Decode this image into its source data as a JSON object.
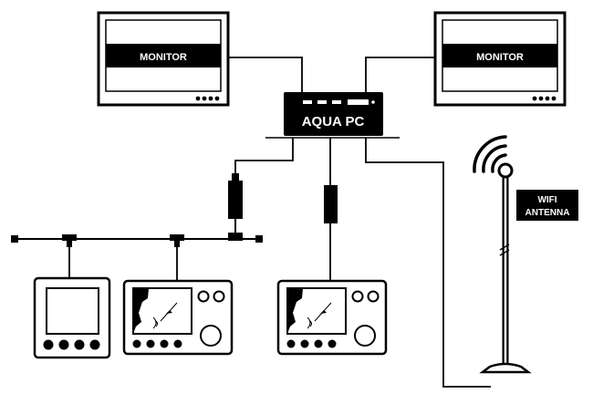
{
  "monitors": [
    {
      "label": "MONITOR"
    },
    {
      "label": "MONITOR"
    }
  ],
  "pc": {
    "label": "AQUA PC"
  },
  "antenna": {
    "label_line1": "WIFI",
    "label_line2": "ANTENNA"
  },
  "colors": {
    "ink": "#000000",
    "paper": "#ffffff"
  }
}
